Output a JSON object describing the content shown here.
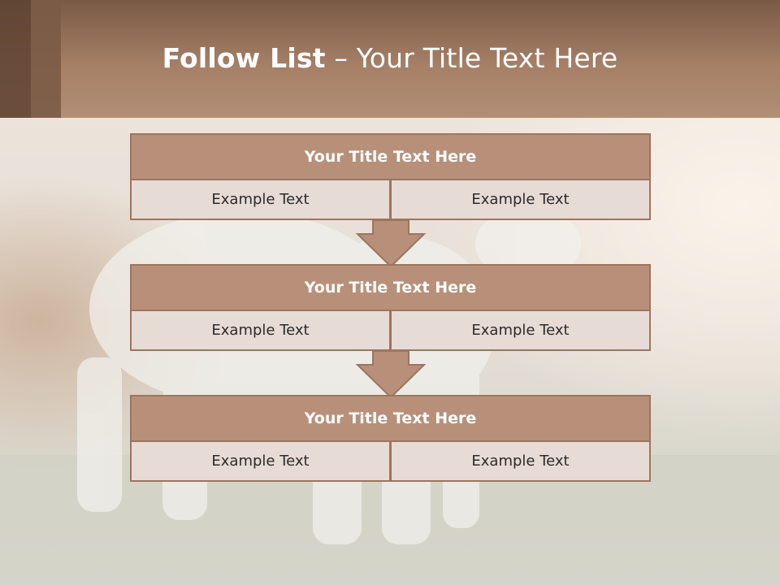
{
  "slide": {
    "title_bold": "Follow List",
    "title_rest": "– Your Title Text Here"
  },
  "steps": [
    {
      "title": "Your Title Text Here",
      "left": "Example Text",
      "right": "Example Text"
    },
    {
      "title": "Your Title Text Here",
      "left": "Example Text",
      "right": "Example Text"
    },
    {
      "title": "Your Title Text Here",
      "left": "Example Text",
      "right": "Example Text"
    }
  ],
  "colors": {
    "header": "#a57f66",
    "box_head": "#b8907a",
    "box_cell": "#e7dbd5",
    "border": "#9b7560"
  }
}
